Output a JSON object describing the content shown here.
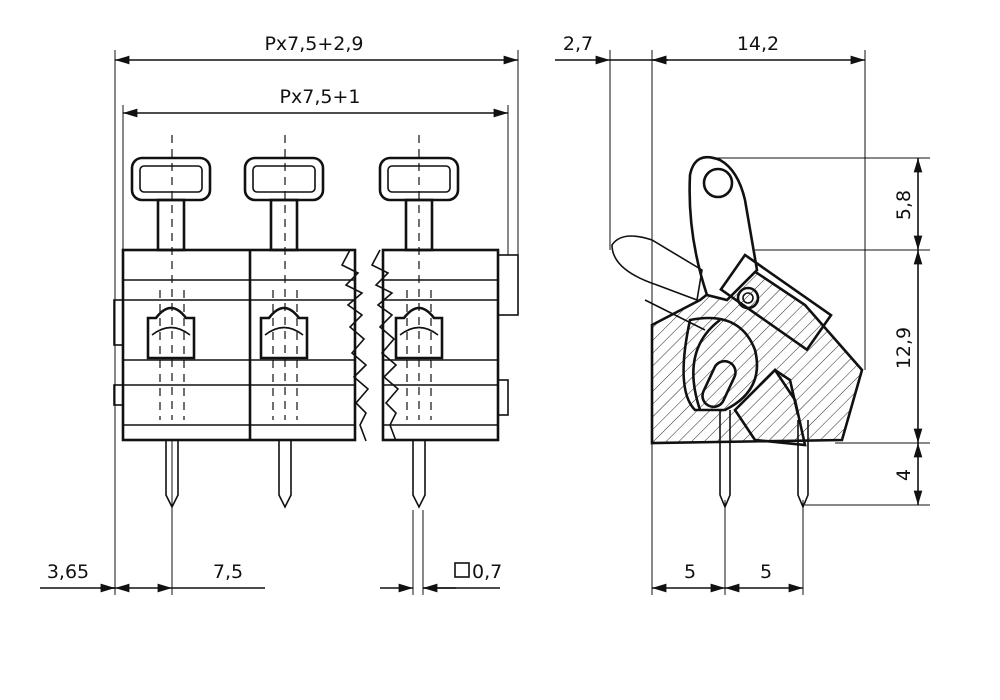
{
  "dimensions": {
    "overall_width": "Px7,5+2,9",
    "inner_width": "Px7,5+1",
    "left_offset": "3,65",
    "pitch": "7,5",
    "pin_square": "0,7",
    "side_offset": "2,7",
    "side_depth": "14,2",
    "lever_height": "5,8",
    "body_height": "12,9",
    "pin_length": "4",
    "pin_spacing_1": "5",
    "pin_spacing_2": "5"
  },
  "colors": {
    "line": "#111111",
    "background": "#ffffff"
  }
}
